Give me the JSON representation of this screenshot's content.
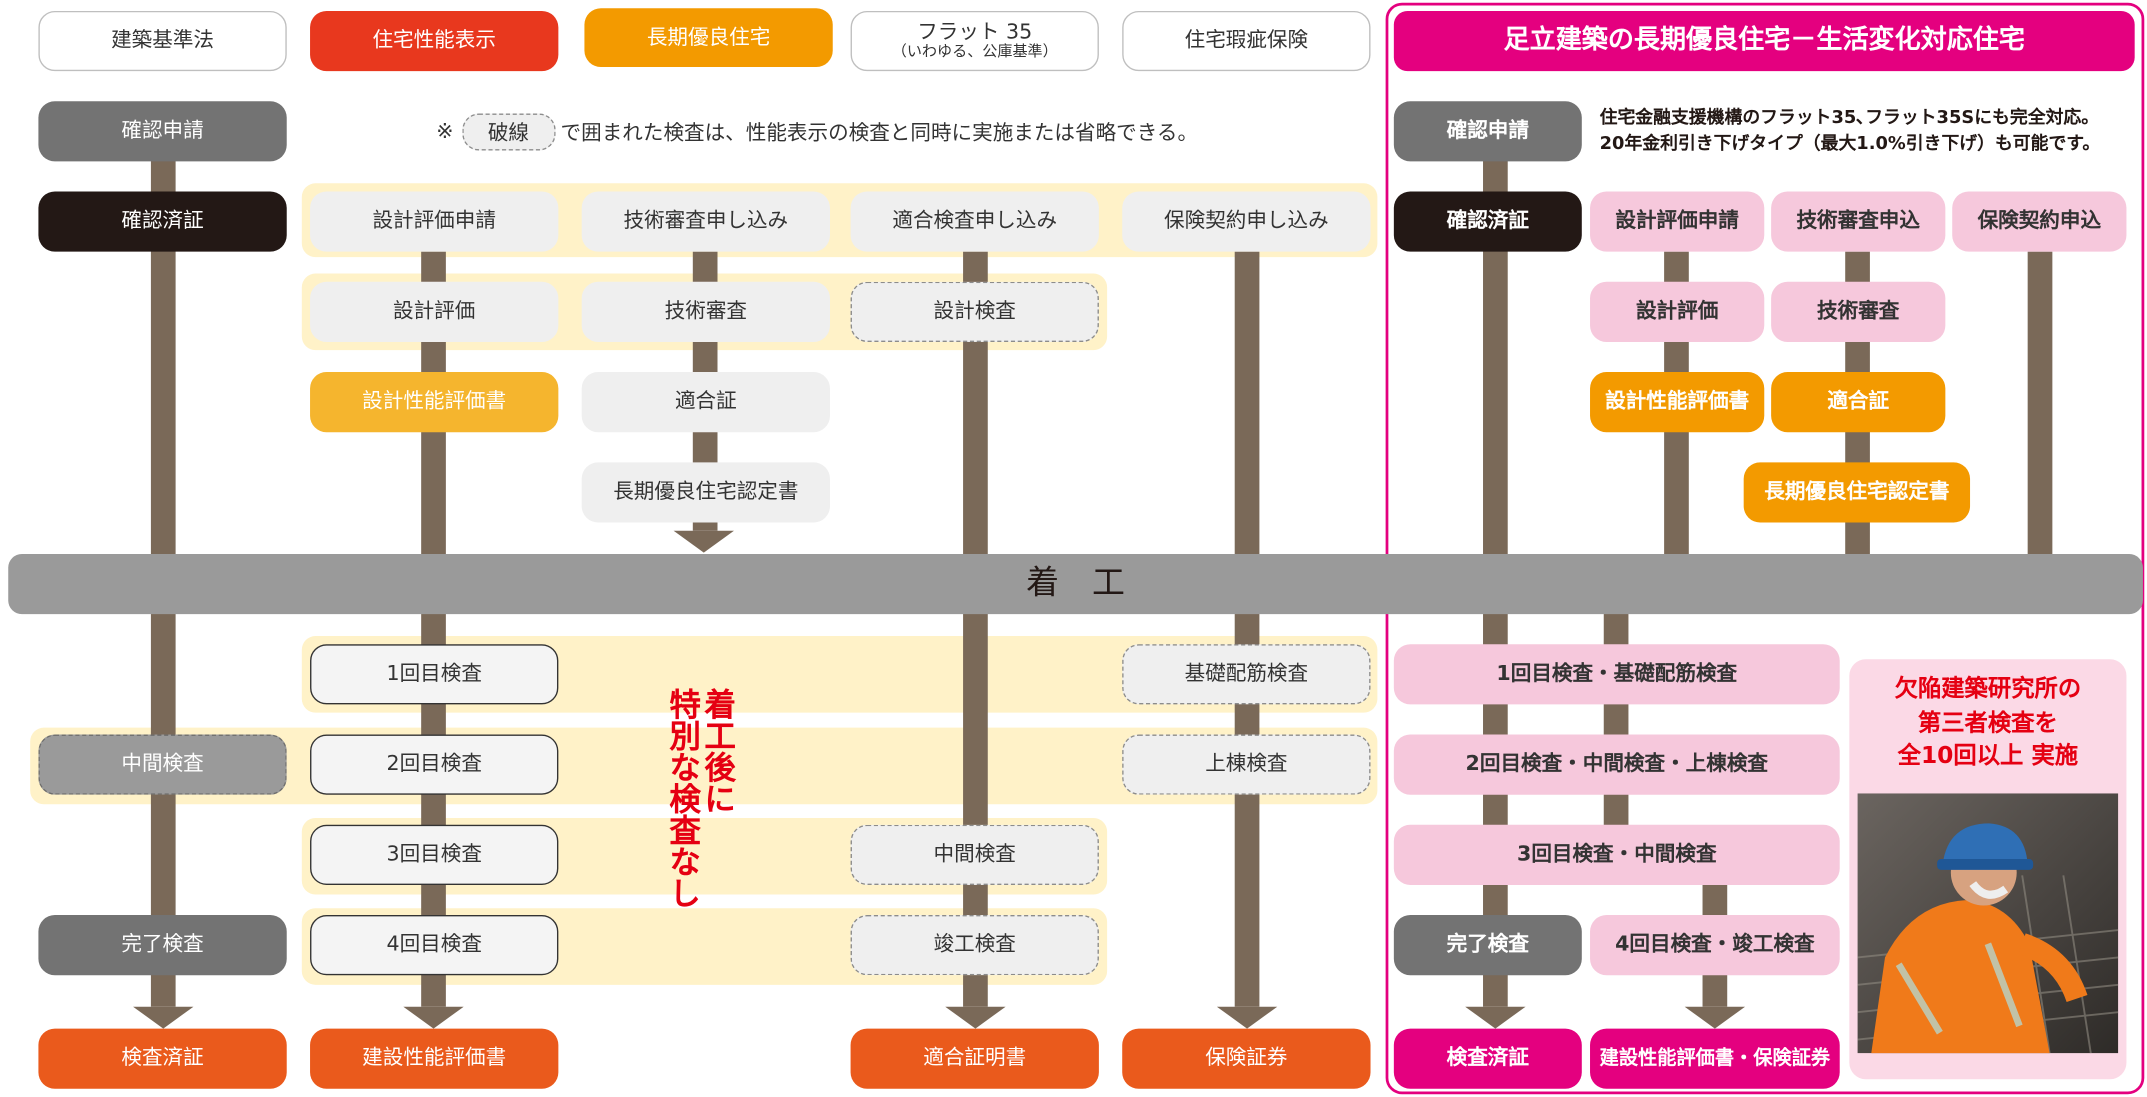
{
  "headers": {
    "kijun": "建築基準法",
    "seino": "住宅性能表示",
    "choki": "長期優良住宅",
    "flat": "フラット 35",
    "flat_sub": "（いわゆる、公庫基準）",
    "kashi": "住宅瑕疵保険",
    "adachi": "足立建築の長期優良住宅－生活変化対応住宅"
  },
  "note": {
    "prefix": "※",
    "dashed_word": "破線",
    "suffix": "で囲まれた検査は、性能表示の検査と同時に実施または省略できる。"
  },
  "right_note": {
    "line1": "住宅金融支援機構のフラット35､フラット35Sにも完全対応。",
    "line2": "20年金利引き下げタイプ（最大1.0%引き下げ）も可能です。"
  },
  "left": {
    "kakunin_shinsei": "確認申請",
    "kakunin_zumi": "確認済証",
    "sekkei_hyoka_shinsei": "設計評価申請",
    "gijutsu_shinsa_moushikomi": "技術審査申し込み",
    "tekigo_kensa_moushikomi": "適合検査申し込み",
    "hoken_keiyaku_moushikomi": "保険契約申し込み",
    "sekkei_hyoka": "設計評価",
    "gijutsu_shinsa": "技術審査",
    "sekkei_kensa": "設計検査",
    "sekkei_seino_hyokasho": "設計性能評価書",
    "tekigo_sho": "適合証",
    "choki_nintei": "長期優良住宅認定書",
    "chakko": "着　工",
    "kensa1": "1回目検査",
    "kiso": "基礎配筋検査",
    "chukan_kijun": "中間検査",
    "kensa2": "2回目検査",
    "jotou": "上棟検査",
    "kensa3": "3回目検査",
    "chukan_flat": "中間検査",
    "kanryo": "完了検査",
    "kensa4": "4回目検査",
    "shunko": "竣工検査",
    "kensa_zumi": "検査済証",
    "kensetsu_seino": "建設性能評価書",
    "tekigo_shomei": "適合証明書",
    "hoken_shoken": "保険証券",
    "vertical_note": [
      "着工後に",
      "特別な検査なし"
    ]
  },
  "right": {
    "kakunin_shinsei": "確認申請",
    "kakunin_zumi": "確認済証",
    "sekkei_hyoka_shinsei": "設計評価申請",
    "gijutsu_shinsa_moushikomi": "技術審査申込",
    "hoken_keiyaku_moushikomi": "保険契約申込",
    "sekkei_hyoka": "設計評価",
    "gijutsu_shinsa": "技術審査",
    "sekkei_seino_hyokasho": "設計性能評価書",
    "tekigo_sho": "適合証",
    "choki_nintei": "長期優良住宅認定書",
    "kensa1": "1回目検査・基礎配筋検査",
    "kensa2": "2回目検査・中間検査・上棟検査",
    "kensa3": "3回目検査・中間検査",
    "kanryo": "完了検査",
    "kensa4": "4回目検査・竣工検査",
    "kensa_zumi": "検査済証",
    "final": "建設性能評価書・保険証券",
    "promo": [
      "欠陥建築研究所の",
      "第三者検査を",
      "全10回以上 実施"
    ]
  }
}
